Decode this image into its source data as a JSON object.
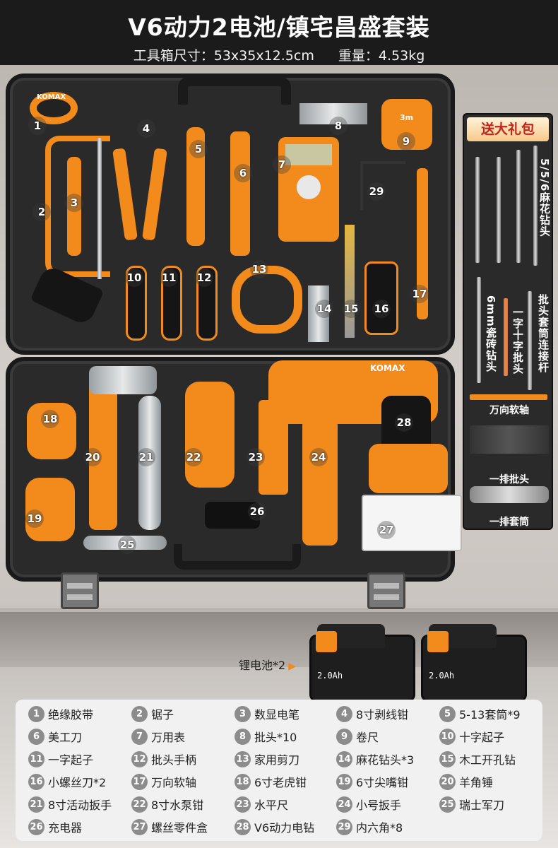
{
  "header": {
    "title": "V6动力2电池/镇宅昌盛套装",
    "size": "工具箱尺寸：53x35x12.5cm",
    "weight": "重量：4.53kg"
  },
  "brand": "KOMAX",
  "tape_label": "3m",
  "tool_numbers": [
    "1",
    "2",
    "3",
    "4",
    "5",
    "6",
    "7",
    "8",
    "9",
    "10",
    "11",
    "12",
    "13",
    "14",
    "15",
    "16",
    "17",
    "18",
    "19",
    "20",
    "21",
    "22",
    "23",
    "24",
    "25",
    "26",
    "27",
    "28",
    "29"
  ],
  "gift": {
    "title": "送大礼包",
    "drill_bits": "5/5/6麻花钻头",
    "tile_bit": "6mm瓷砖钻头",
    "cross_bit": "一字十字批头",
    "extension": "批头套筒连接杆",
    "flex_shaft": "万向软轴",
    "bit_row": "一排批头",
    "socket_row": "一排套筒"
  },
  "battery": {
    "note": "锂电池*2",
    "capacity_1": "2.0Ah",
    "capacity_2": "2.0Ah"
  },
  "legend": [
    {
      "num": "1",
      "label": "绝缘胶带"
    },
    {
      "num": "2",
      "label": "锯子"
    },
    {
      "num": "3",
      "label": "数显电笔"
    },
    {
      "num": "4",
      "label": "8寸剥线钳"
    },
    {
      "num": "5",
      "label": "5-13套筒*9"
    },
    {
      "num": "6",
      "label": "美工刀"
    },
    {
      "num": "7",
      "label": "万用表"
    },
    {
      "num": "8",
      "label": "批头*10"
    },
    {
      "num": "9",
      "label": "卷尺"
    },
    {
      "num": "10",
      "label": "十字起子"
    },
    {
      "num": "11",
      "label": "一字起子"
    },
    {
      "num": "12",
      "label": "批头手柄"
    },
    {
      "num": "13",
      "label": "家用剪刀"
    },
    {
      "num": "14",
      "label": "麻花钻头*3"
    },
    {
      "num": "15",
      "label": "木工开孔钻"
    },
    {
      "num": "16",
      "label": "小螺丝刀*2"
    },
    {
      "num": "17",
      "label": "万向软轴"
    },
    {
      "num": "18",
      "label": "6寸老虎钳"
    },
    {
      "num": "19",
      "label": "6寸尖嘴钳"
    },
    {
      "num": "20",
      "label": "羊角锤"
    },
    {
      "num": "21",
      "label": "8寸活动扳手"
    },
    {
      "num": "22",
      "label": "8寸水泵钳"
    },
    {
      "num": "23",
      "label": "水平尺"
    },
    {
      "num": "24",
      "label": "小号扳手"
    },
    {
      "num": "25",
      "label": "瑞士军刀"
    },
    {
      "num": "26",
      "label": "充电器"
    },
    {
      "num": "27",
      "label": "螺丝零件盒"
    },
    {
      "num": "28",
      "label": "V6动力电钻"
    },
    {
      "num": "29",
      "label": "内六角*8"
    }
  ],
  "colors": {
    "accent": "#f28a1c",
    "case": "#2a2a2a",
    "header": "#1b1b1b",
    "badge": "#8c8c8c"
  }
}
